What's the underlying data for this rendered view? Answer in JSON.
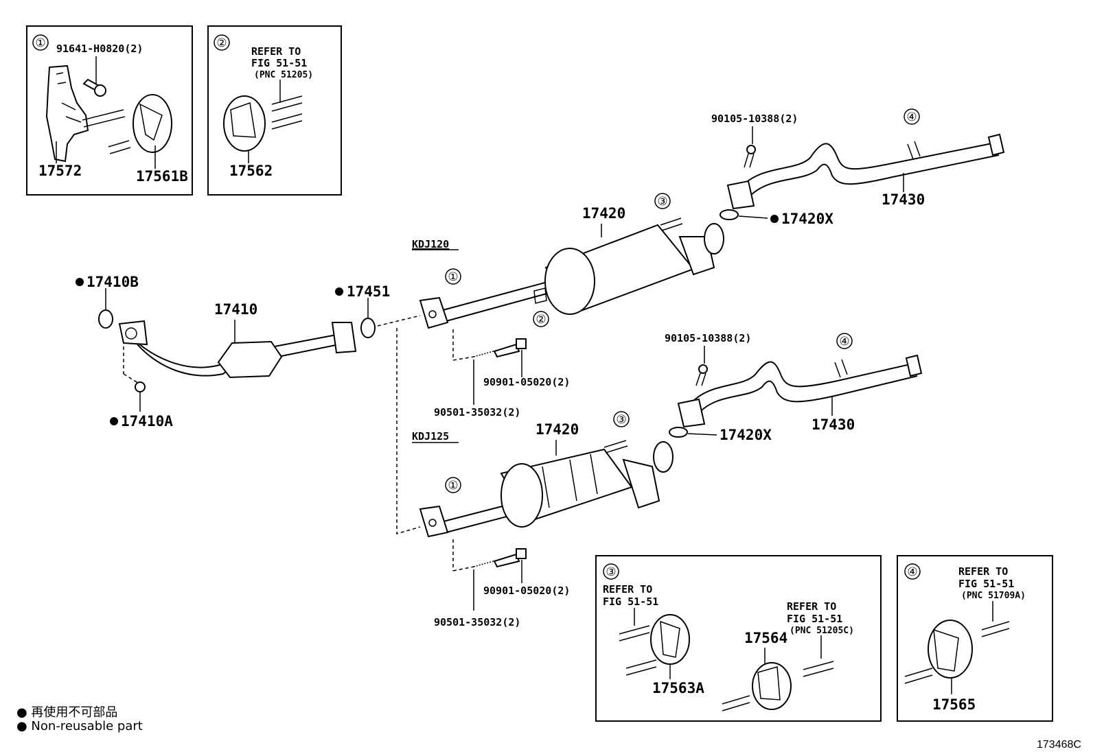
{
  "inset1": {
    "number": "①",
    "bolt": "91641-H0820(2)",
    "bracket": "17572",
    "hanger": "17561B"
  },
  "inset2": {
    "number": "②",
    "refer_line1": "REFER TO",
    "refer_line2": "FIG 51-51",
    "refer_line3": "(PNC 51205)",
    "hanger": "17562"
  },
  "inset3": {
    "number": "③",
    "refer_a_line1": "REFER TO",
    "refer_a_line2": "FIG 51-51",
    "hanger_a": "17563A",
    "refer_b_line1": "REFER TO",
    "refer_b_line2": "FIG 51-51",
    "refer_b_line3": "(PNC 51205C)",
    "hanger_b": "17564"
  },
  "inset4": {
    "number": "④",
    "refer_line1": "REFER TO",
    "refer_line2": "FIG 51-51",
    "refer_line3": "(PNC 51709A)",
    "hanger": "17565"
  },
  "front": {
    "front_pipe": "17410",
    "gasket_b": "17410B",
    "nut_a": "17410A",
    "gasket_17451": "17451"
  },
  "kdj120": {
    "model": "KDJ120",
    "muffler": "17420",
    "gasket": "17420X",
    "tail_pipe": "17430",
    "bolt_top": "90105-10388(2)",
    "bolt": "90901-05020(2)",
    "spring": "90501-35032(2)",
    "callout1": "①",
    "callout2": "②",
    "callout3": "③",
    "callout4": "④"
  },
  "kdj125": {
    "model": "KDJ125",
    "muffler": "17420",
    "gasket": "17420X",
    "tail_pipe": "17430",
    "bolt_top": "90105-10388(2)",
    "bolt": "90901-05020(2)",
    "spring": "90501-35032(2)",
    "callout1": "①",
    "callout3": "③",
    "callout4": "④"
  },
  "legend": {
    "jp": "● 再使用不可部品",
    "en": "● Non-reusable part"
  },
  "figure_number": "173468C"
}
